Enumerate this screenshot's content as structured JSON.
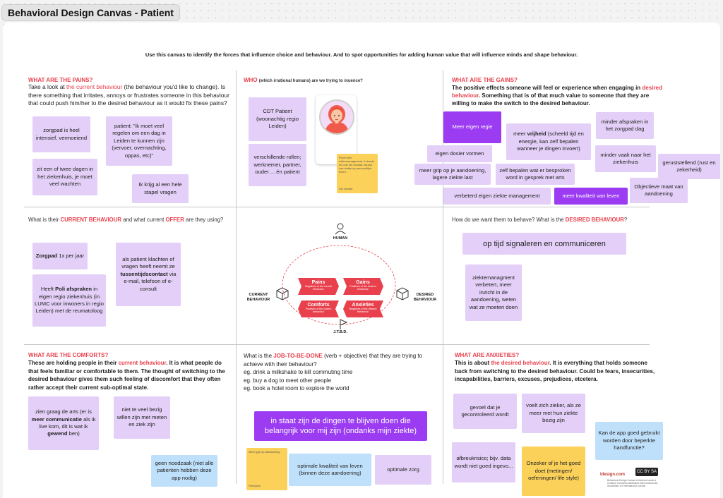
{
  "frame_title": "Behavioral Design Canvas - Patient",
  "intro": "Use this canvas to identify the forces that influence choice and behaviour. And to spot opportunities for adding human value that will influence minds and shape behaviour.",
  "pains": {
    "heading": "WHAT ARE THE PAINS?",
    "text_a": "Take a look at",
    "text_hl": "the current behaviour",
    "text_b": "(the behaviour you'd like to change). Is there something that irritates, annoys or frustrates someone in this behaviour that could push him/her to the desired behaviour as it would fix these pains?",
    "stickies": [
      "zorgpad is heel intensief, vermoeiend",
      "patient: \"ik moet veel regelen om een dag in Leiden te kunnen zijn (vervoer, overnachting, oppas, etc)\"",
      "zit een of twee dagen in het ziekenhuis, je moet veel wachten",
      "Ik krijg al een hele stapel vragen"
    ]
  },
  "who": {
    "heading": "WHO",
    "heading_rest": "(which irrational humans) are we trying to inuence?",
    "stickies": [
      "CDT Patient (woonachtig regio Leiden)",
      "verschillende rollen; werknemer, partner, ouder ... én patient"
    ],
    "note": "Proef zien reflexmanagement. In brede zin ook het sociaal, impact van ziekte op persoonlijke leven.",
    "note_sig": "Info member"
  },
  "gains": {
    "heading": "WHAT ARE THE GAINS?",
    "text_a": "The positive effects someone will feel or experience when engaging in",
    "text_hl": "desired behaviour",
    "text_b": ". Something that is of that much value to someone that they are willing to make the switch to the desired behaviour.",
    "stickies": [
      "Meer eigen regie",
      "meer",
      "vrijheid",
      "(scheeld tijd en energie, kan zelf bepalen wanneer je dingen invoert)",
      "minder afspraken in het zorgpad dag",
      "eigen dosier vormen",
      "minder vaak naar het ziekenhuis",
      "geruststellend (rust en zekerheid)",
      "meer grip op je aandoening, lagere ziekte last",
      "zelf bepalen wat er besproken word in gesprek met arts",
      "Objectieve maat van aandoening",
      "verbeterd eigen ziekte management",
      "meer kwaliteit van leven"
    ]
  },
  "current": {
    "question_a": "What is their",
    "question_hl1": "CURRENT BEHAVIOUR",
    "question_b": "and what current",
    "question_hl2": "OFFER",
    "question_c": "are they using?",
    "sticky1_bold": "Zorgpad",
    "sticky1_rest": "1x per jaar",
    "sticky2_a": "als patient klachten of vragen heeft neemt ze",
    "sticky2_bold": "tussentijdscontact",
    "sticky2_b": "via e-mail, telefoon of e-consult",
    "sticky3_a": "Heeft",
    "sticky3_bold": "Poli afspraken",
    "sticky3_b": "in eigen regio ziekenhuis (in LUMC voor inwoners in regio Leiden) met de reumatoloog"
  },
  "diagram": {
    "human": "HUMAN",
    "current": "CURRENT BEHAVIOUR",
    "desired": "DESIRED BEHAVIOUR",
    "jtbd": "J.T.B.D.",
    "pains_title": "Pains",
    "pains_sub": "Negatives of the current behaviour",
    "gains_title": "Gains",
    "gains_sub": "Positives of the desired behaviour",
    "comforts_title": "Comforts",
    "comforts_sub": "Positives of the current behaviour",
    "anxieties_title": "Anxieties",
    "anxieties_sub": "Negatives of the desired behaviour"
  },
  "desired": {
    "question_a": "How do we want them to behave? What is the",
    "question_hl": "DESIRED BEHAVIOUR",
    "question_b": "?",
    "sticky_big": "op tijd signaleren en communiceren",
    "sticky": "ziektemanagment verbetert, meer inzicht in de aandoening, weten wat ze moeten doen"
  },
  "comforts": {
    "heading": "WHAT ARE THE COMFORTS?",
    "text_a": "These are holding people in their",
    "text_hl": "current behaviour",
    "text_b": ". It is what people do that feels familiar or comfortable to them. The thought of switching to the desired behaviour gives them such feeling of discomfort that they often rather accept their current sub-optimal state.",
    "sticky1_a": "zien graag de arts (er is",
    "sticky1_bold1": "meer communicatie",
    "sticky1_b": "als ik live kom, dit is wat ik",
    "sticky1_bold2": "gewend",
    "sticky1_c": "ben)",
    "stickies": [
      "niet te veel bezig willen zijn met meten en ziek zijn",
      "geen noodzaak (niet alle patienten hebben deze app nodig)"
    ]
  },
  "jtbd": {
    "question_a": "What is the",
    "question_hl": "JOB-TO-BE-DONE",
    "question_b": "(verb + objective) that they are trying to achieve with their behaviour?",
    "examples": [
      "eg. drink a milkshake to kill commuting time",
      "eg. buy a dog to meet other people",
      "eg. book a hotel room to explore the world"
    ],
    "sticky_big": "in staat zijn de dingen te blijven doen die belangrijk voor mij  zijn (ondanks mijn ziekte)",
    "note": "Meer grip op aandoening",
    "note_sig": "Participant",
    "stickies": [
      "optimale kwaliteit van leven (binnen deze aandoening)",
      "optimale zorg"
    ]
  },
  "anxieties": {
    "heading": "WHAT ARE ANXIETIES?",
    "text_a": "This is about",
    "text_hl": "the desired behaviour",
    "text_b": ". It is everything that holds someone back from switching to the desired behaviour. Could be fears, insecurities, incapabilities, barriers, excuses, prejudices, etcetera.",
    "stickies": [
      "gevoel dat je gecontroleerd wordt",
      "voelt zich zieker, als ze meer met hun ziekte bezig zijn",
      "Kan de app goed gebruikt worden door beperkte handfunctie?",
      "afbreukrisico; bijv. data wordt niet goed ingevo...",
      "Onzeker of je het goed doet (metingen/ oefeningen/ life style)"
    ]
  },
  "footer": {
    "logo": "ldesign.com",
    "cc": "CC BY SA",
    "license": "Behavioral Design Canvas is licensed under a Creative Commons Attribution-NonCommercial-ShareAlike 4.0 International License"
  }
}
